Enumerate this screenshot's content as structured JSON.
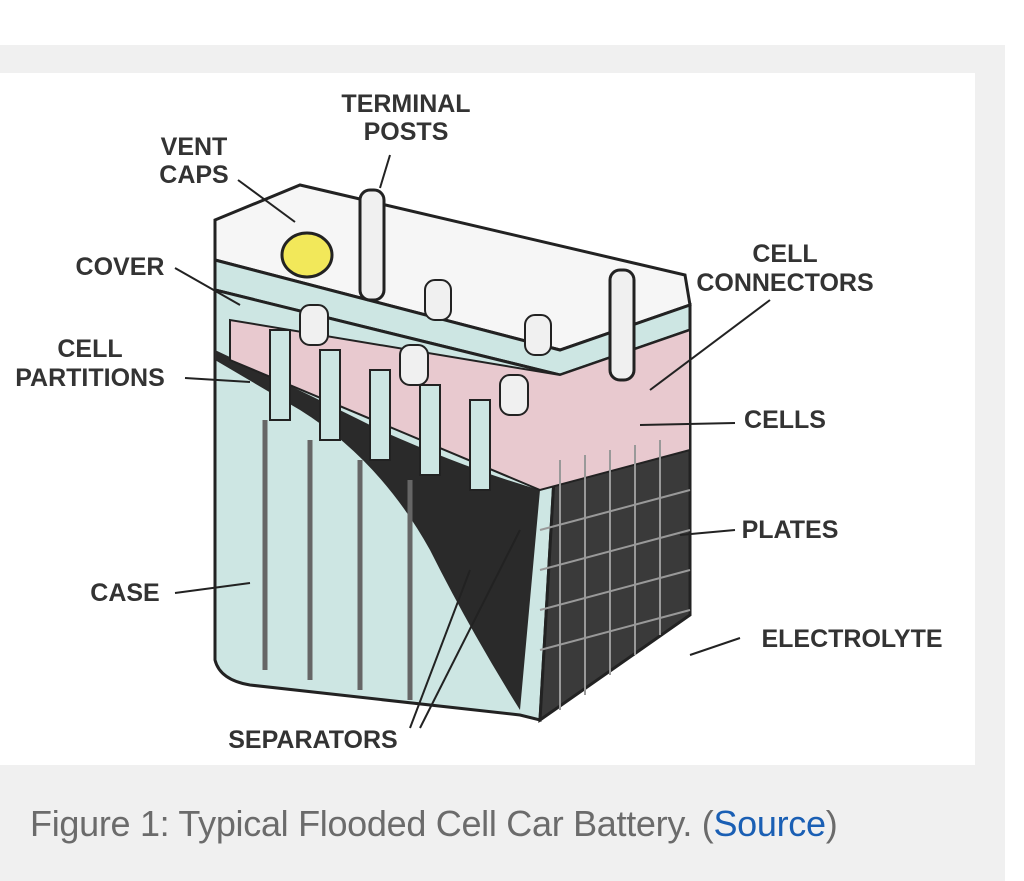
{
  "figure": {
    "labels": {
      "terminal_posts_1": "TERMINAL",
      "terminal_posts_2": "POSTS",
      "vent_caps_1": "VENT",
      "vent_caps_2": "CAPS",
      "cover": "COVER",
      "cell_partitions_1": "CELL",
      "cell_partitions_2": "PARTITIONS",
      "cell_connectors_1": "CELL",
      "cell_connectors_2": "CONNECTORS",
      "cells": "CELLS",
      "plates": "PLATES",
      "case": "CASE",
      "electrolyte": "ELECTROLYTE",
      "separators": "SEPARATORS"
    },
    "colors": {
      "case": "#cde6e3",
      "plates_pink": "#e8c9cf",
      "vent_cap": "#f2e85a"
    }
  },
  "caption": {
    "text": "Figure 1: Typical Flooded Cell Car Battery. (",
    "link": "Source",
    "close": ")"
  }
}
